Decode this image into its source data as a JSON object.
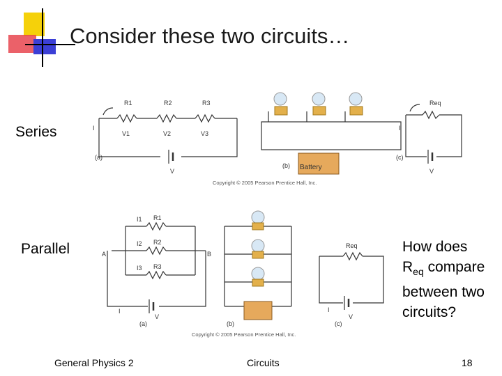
{
  "slide": {
    "title": "Consider these two circuits…",
    "series_label": "Series",
    "parallel_label": "Parallel",
    "question": {
      "line1": "How does",
      "req_main": "R",
      "req_sub": "eq",
      "line2_rest": " compare",
      "line3": "between two",
      "line4": "circuits?"
    },
    "footer": {
      "left": "General Physics 2",
      "center": "Circuits",
      "page": "18"
    }
  },
  "series_figure": {
    "resistors": [
      "R1",
      "R2",
      "R3"
    ],
    "voltages": [
      "V1",
      "V2",
      "V3"
    ],
    "current": "I",
    "battery_v": "V",
    "panel_a": "(a)",
    "panel_b": "(b)",
    "panel_c": "(c)",
    "battery_text": "Battery",
    "req": "Req",
    "copyright": "Copyright © 2005 Pearson Prentice Hall, Inc."
  },
  "parallel_figure": {
    "currents": [
      "I1",
      "I2",
      "I3"
    ],
    "resistors": [
      "R1",
      "R2",
      "R3"
    ],
    "node_a": "A",
    "node_b": "B",
    "current": "I",
    "battery_v": "V",
    "panel_a": "(a)",
    "panel_b": "(b)",
    "panel_c": "(c)",
    "req": "Req",
    "copyright": "Copyright © 2005 Pearson Prentice Hall, Inc."
  },
  "colors": {
    "accent_yellow": "#f5d10a",
    "accent_red": "#e8454f",
    "accent_blue": "#3b3fd6"
  }
}
